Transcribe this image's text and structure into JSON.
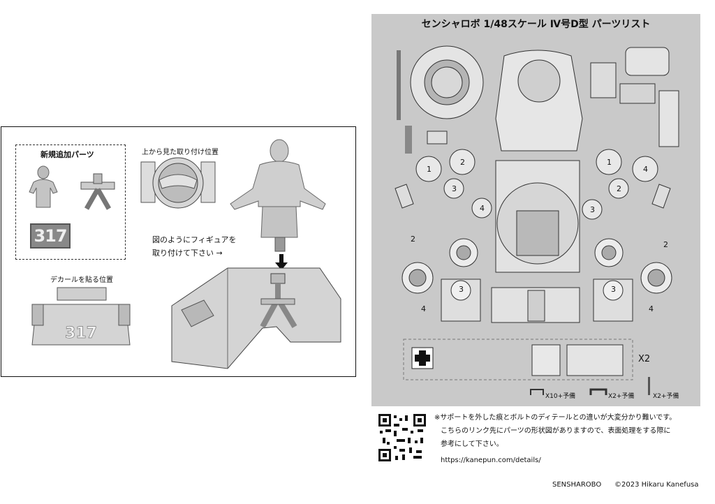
{
  "left": {
    "new_parts_title": "新規追加パーツ",
    "decal_number": "317",
    "top_view_label": "上から見た取り付け位置",
    "instruction_line1": "図のようにフィギュアを",
    "instruction_line2": "取り付けて下さい →",
    "decal_position_label": "デカールを貼る位置",
    "hull_number": "317"
  },
  "sheet": {
    "title": "センシャロボ 1/48スケール Ⅳ号D型 パーツリスト",
    "part_numbers": [
      "1",
      "2",
      "3",
      "4",
      "1",
      "2",
      "3",
      "4",
      "2",
      "2",
      "3",
      "3",
      "4",
      "4"
    ],
    "multiplier_main": "X2",
    "spare_labels": [
      "X10+予備",
      "X2+予備",
      "X2+予備"
    ]
  },
  "notes": {
    "line1": "※サポートを外した痕とボルトのディテールとの違いが大変分かり難いです。",
    "line2": "こちらのリンク先にパーツの形状図がありますので、表面処理をする際に",
    "line3": "参考にして下さい。",
    "url": "https://kanepun.com/details/"
  },
  "footer": {
    "brand": "SENSHAROBO",
    "copyright": "©2023 Hikaru Kanefusa"
  }
}
